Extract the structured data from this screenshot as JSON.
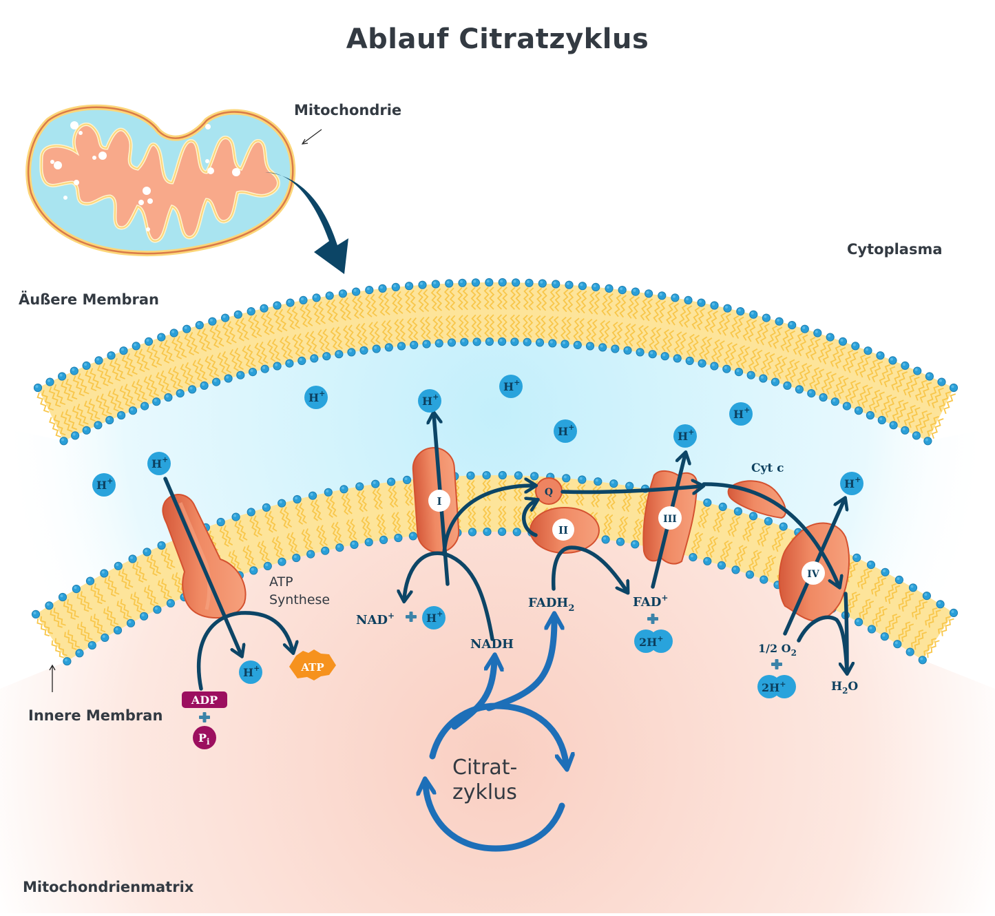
{
  "title": "Ablauf Citratzyklus",
  "labels": {
    "mitochondrion": "Mitochondrie",
    "cytoplasm": "Cytoplasma",
    "outer_membrane": "Äußere Membran",
    "inner_membrane": "Innere Membran",
    "matrix": "Mitochondrienmatrix",
    "atp_synthase": [
      "ATP",
      "Synthese"
    ],
    "cycle": [
      "Citrat-",
      "zyklus"
    ],
    "cyt_c": "Cyt c"
  },
  "complexes": [
    {
      "id": "I",
      "label": "I"
    },
    {
      "id": "II",
      "label": "II"
    },
    {
      "id": "Q",
      "label": "Q"
    },
    {
      "id": "III",
      "label": "III"
    },
    {
      "id": "IV",
      "label": "IV"
    }
  ],
  "molecules": {
    "h_plus": "H",
    "plus_sup": "+",
    "nad_plus": "NAD",
    "nadh": "NADH",
    "fadh2": "FADH",
    "sub2": "2",
    "fad_plus": "FAD",
    "two_h_plus": "2H",
    "half_o2": "1/2 O",
    "h2o_h": "H",
    "h2o_o": "O",
    "adp": "ADP",
    "pi_p": "P",
    "pi_i": "i",
    "atp": "ATP"
  },
  "colors": {
    "title_text": "#333a42",
    "h_ion": "#29a3dc",
    "h_ion_text": "#0c3f5e",
    "arrow_dark": "#0c4566",
    "arrow_cycle": "#1d6fb8",
    "protein": "#ee8461",
    "protein_dark": "#d9573a",
    "membrane_fill": "#fde49a",
    "lipid_tail": "#f8c64a",
    "head_group": "#2a9fd8",
    "ims": "#c9f0fb",
    "matrix": "#fbd8cd",
    "adp": "#9c0f5f",
    "atp_star": "#f6921e"
  }
}
